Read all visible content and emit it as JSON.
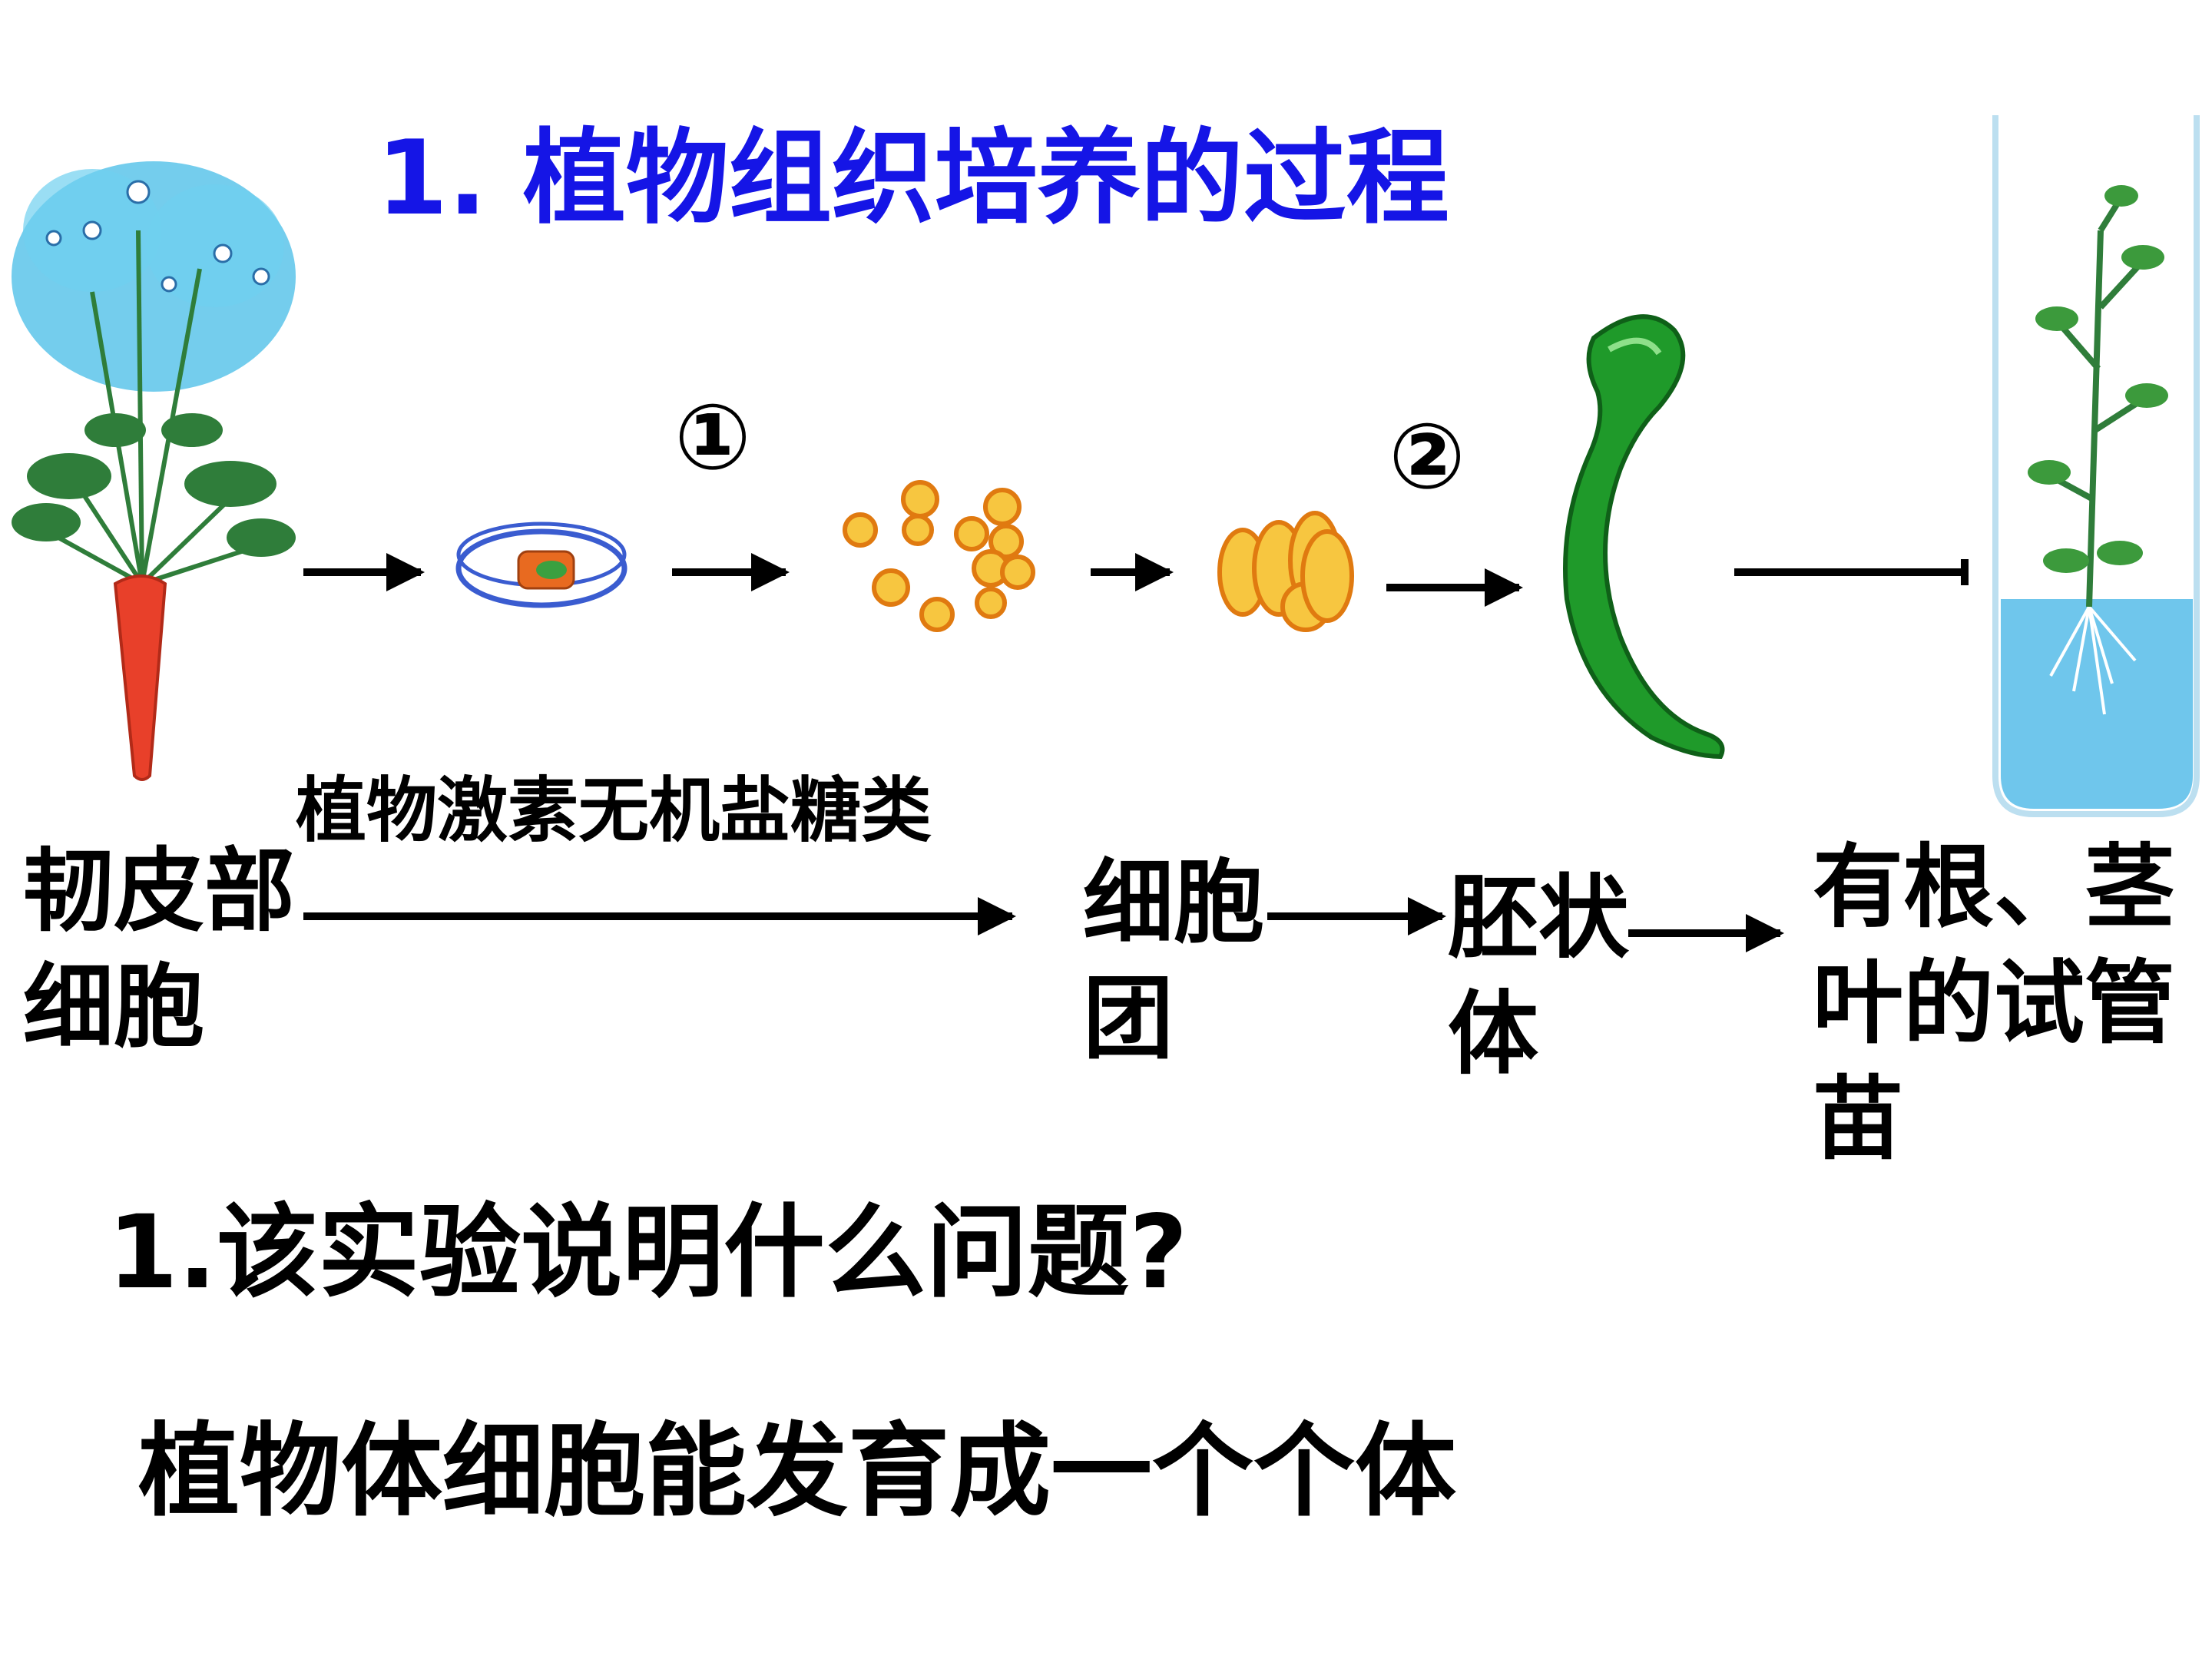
{
  "title": "1. 植物组织培养的过程",
  "markers": {
    "step1": "①",
    "step2": "②"
  },
  "medium_label": "植物激素无机盐糖类",
  "labels": {
    "phloem_cells": [
      "韧皮部",
      "细胞"
    ],
    "cell_cluster": [
      "细胞",
      "团"
    ],
    "embryoid": [
      "胚状",
      "体"
    ],
    "seedling": [
      "有根、茎",
      "叶的试管",
      "苗"
    ]
  },
  "question": "1.该实验说明什么问题?",
  "answer": "植物体细胞能发育成一个个体",
  "colors": {
    "title": "#1515e6",
    "sky": "#5cc4ea",
    "leaf": "#2f7d3a",
    "carrot": "#e8402a",
    "cells": "#f0a020",
    "embryo": "#1f9a2a",
    "liquid": "#6fc6ec"
  },
  "icons": [
    "carrot-plant-image",
    "petri-dish-image",
    "scattered-cells-image",
    "cell-cluster-image",
    "embryoid-image",
    "test-tube-seedling-image"
  ]
}
